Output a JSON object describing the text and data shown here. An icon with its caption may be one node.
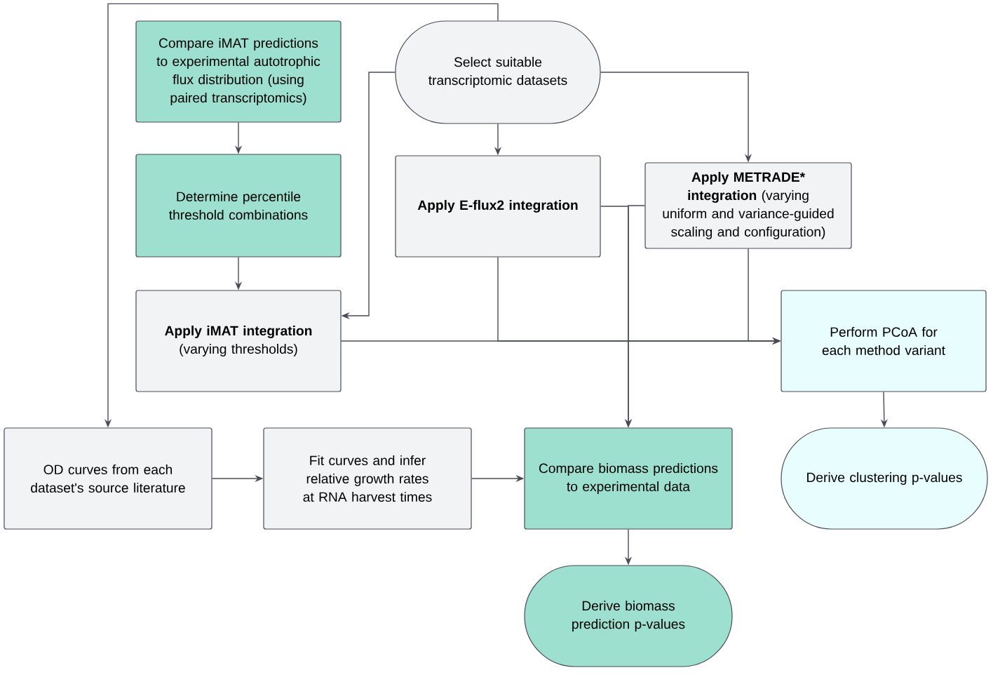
{
  "diagram": {
    "nodes": [
      {
        "text": [
          "Compare iMAT predictions to experimental autotrophic flux distribution (using paired transcriptomics)"
        ]
      },
      {
        "text": [
          "Determine percentile threshold combinations"
        ]
      },
      {
        "text": [
          "Select suitable transcriptomic datasets"
        ]
      },
      {
        "text": [
          "Apply E-flux2 integration"
        ]
      },
      {
        "text": [
          "Apply METRADE* integration",
          "(varying uniform and variance-guided scaling and configuration)"
        ]
      },
      {
        "text": [
          "Apply iMAT integration",
          "(varying thresholds)"
        ]
      },
      {
        "text": [
          "Perform PCoA for each method variant"
        ]
      },
      {
        "text": [
          "OD curves from each dataset's source literature"
        ]
      },
      {
        "text": [
          "Fit curves and infer relative growth rates at RNA harvest times"
        ]
      },
      {
        "text": [
          "Compare biomass predictions to experimental data"
        ]
      },
      {
        "text": [
          "Derive biomass prediction p-values"
        ]
      },
      {
        "text": [
          "Derive clustering p-values"
        ]
      }
    ],
    "edges": [
      {
        "from": 0,
        "to": 1,
        "arrow": "to"
      },
      {
        "from": 1,
        "to": 5,
        "arrow": "to"
      },
      {
        "from": 2,
        "to": 5,
        "arrow": "to"
      },
      {
        "from": 2,
        "to": 3,
        "arrow": "to"
      },
      {
        "from": 2,
        "to": 4,
        "arrow": "to"
      },
      {
        "from": 2,
        "to": 7,
        "arrow": "to"
      },
      {
        "from": 5,
        "to": 6,
        "arrow": "to"
      },
      {
        "from": 3,
        "to": 6,
        "arrow": "to"
      },
      {
        "from": 4,
        "to": 6,
        "arrow": "to"
      },
      {
        "from": 3,
        "to": 9,
        "arrow": "to"
      },
      {
        "from": 4,
        "to": 9,
        "arrow": "to"
      },
      {
        "from": 7,
        "to": 8,
        "arrow": "to"
      },
      {
        "from": 8,
        "to": 9,
        "arrow": "to"
      },
      {
        "from": 9,
        "to": 10,
        "arrow": "to"
      },
      {
        "from": 6,
        "to": 11,
        "arrow": "to"
      }
    ]
  }
}
